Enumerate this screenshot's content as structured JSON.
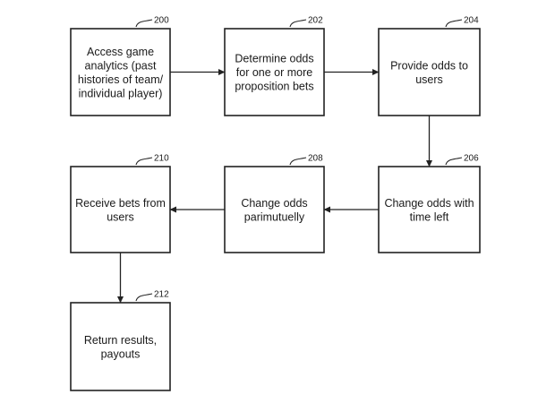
{
  "boxes": [
    {
      "id": "box-200",
      "ref": "200",
      "lines": [
        "Access game",
        "analytics (past",
        "histories of team/",
        "individual player)"
      ]
    },
    {
      "id": "box-202",
      "ref": "202",
      "lines": [
        "Determine odds",
        "for one or more",
        "proposition bets"
      ]
    },
    {
      "id": "box-204",
      "ref": "204",
      "lines": [
        "Provide odds to",
        "users"
      ]
    },
    {
      "id": "box-206",
      "ref": "206",
      "lines": [
        "Change odds with",
        "time left"
      ]
    },
    {
      "id": "box-208",
      "ref": "208",
      "lines": [
        "Change odds",
        "parimutuelly"
      ]
    },
    {
      "id": "box-210",
      "ref": "210",
      "lines": [
        "Receive bets from",
        "users"
      ]
    },
    {
      "id": "box-212",
      "ref": "212",
      "lines": [
        "Return results,",
        "payouts"
      ]
    }
  ],
  "arrows": [
    {
      "from": "box-200",
      "to": "box-202"
    },
    {
      "from": "box-202",
      "to": "box-204"
    },
    {
      "from": "box-204",
      "to": "box-206"
    },
    {
      "from": "box-206",
      "to": "box-208"
    },
    {
      "from": "box-208",
      "to": "box-210"
    },
    {
      "from": "box-210",
      "to": "box-212"
    }
  ]
}
